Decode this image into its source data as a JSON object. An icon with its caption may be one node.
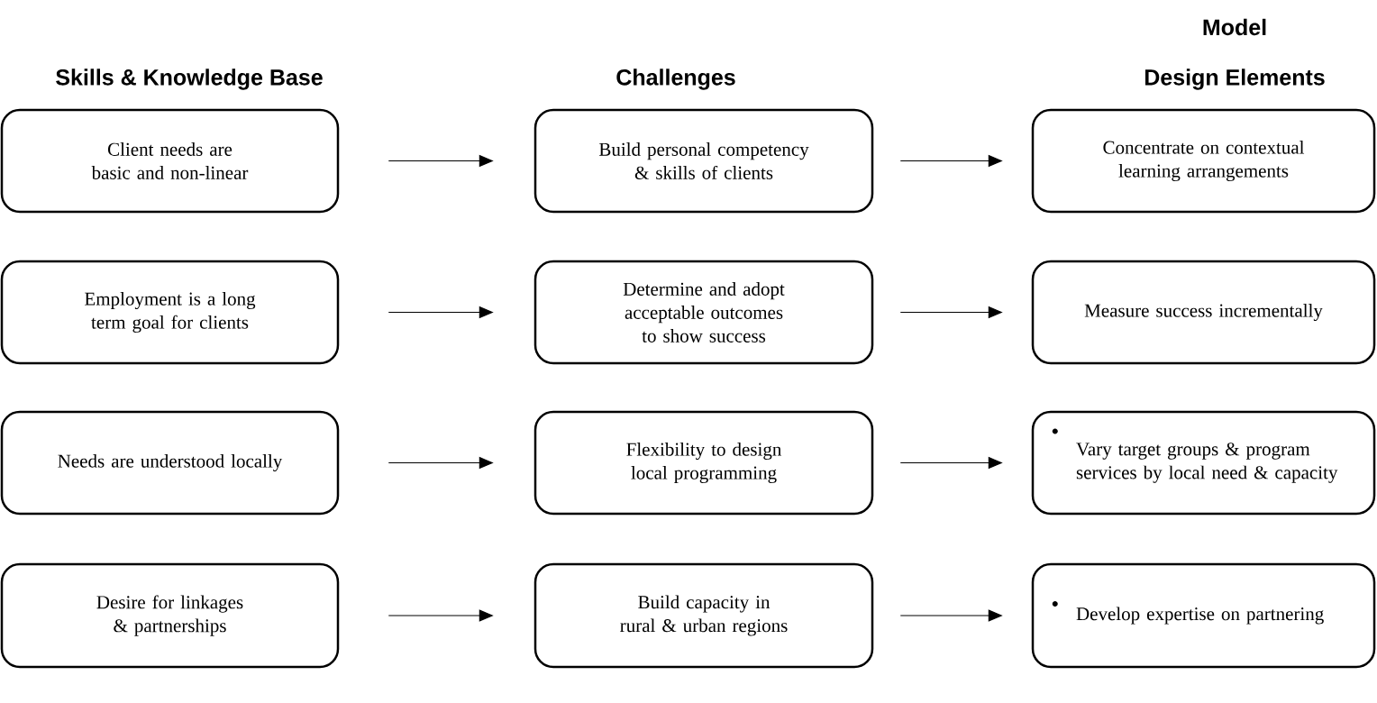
{
  "diagram": {
    "nodes": [
      {
        "text": [
          "Client needs are basic and non-linear"
        ]
      },
      {
        "text": [
          "Build personal competency & skills of clients"
        ]
      },
      {
        "text": [
          "Concentrate on contextual learning arrangements"
        ]
      },
      {
        "text": [
          "Employment is a long term goal for clients"
        ]
      },
      {
        "text": [
          "Determine and adopt acceptable outcomes to show success"
        ]
      },
      {
        "text": [
          "Measure success incrementally"
        ]
      },
      {
        "text": [
          "Needs are understood locally"
        ]
      },
      {
        "text": [
          "Flexibility to design local programming"
        ]
      },
      {
        "text": [
          "Vary target groups & program services by local need & capacity"
        ]
      },
      {
        "text": [
          "Desire for linkages & partnerships"
        ]
      },
      {
        "text": [
          "Build capacity in rural & urban regions"
        ]
      },
      {
        "text": [
          "Develop expertise on partnering"
        ]
      }
    ],
    "edges": [
      {
        "from": 0,
        "to": 1,
        "arrow": "to"
      },
      {
        "from": 1,
        "to": 2,
        "arrow": "to"
      },
      {
        "from": 3,
        "to": 4,
        "arrow": "to"
      },
      {
        "from": 4,
        "to": 5,
        "arrow": "to"
      },
      {
        "from": 6,
        "to": 7,
        "arrow": "to"
      },
      {
        "from": 7,
        "to": 8,
        "arrow": "to"
      },
      {
        "from": 9,
        "to": 10,
        "arrow": "to"
      },
      {
        "from": 10,
        "to": 11,
        "arrow": "to"
      }
    ],
    "labels": [
      "Model",
      "Skills & Knowledge Base",
      "Challenges",
      "Design Elements"
    ]
  }
}
